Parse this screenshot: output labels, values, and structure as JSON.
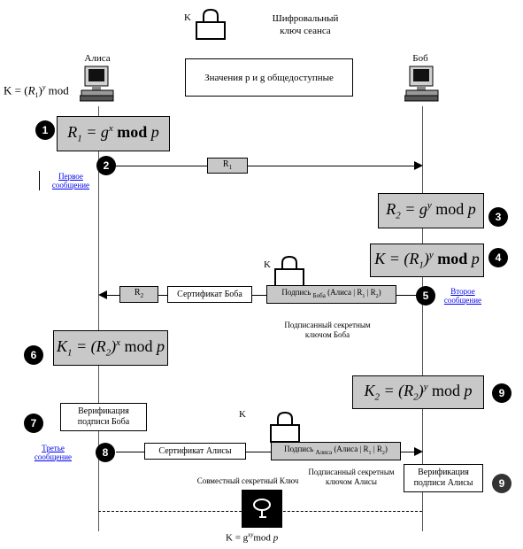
{
  "header": {
    "key_label": "K",
    "session_key_line1": "Шифровальный",
    "session_key_line2": "ключ сеанса"
  },
  "participants": {
    "alice": "Алиса",
    "bob": "Боб"
  },
  "public_values": "Значения p и g общедоступные",
  "alice_key_formula": "K = (R1)y mod",
  "steps": {
    "s1_formula": "R1 = gx mod p",
    "s2_message": "R1",
    "s3_formula": "R2 = gy mod p",
    "s4_formula": "K = (R1)y mod p",
    "s5_r2": "R2",
    "s5_cert": "Сертификат Боба",
    "s5_key_label": "K",
    "s5_signature": "Подпись Боба (Алиса | R1 | R2)",
    "s5_signed_note_line1": "Подписанный секретным",
    "s5_signed_note_line2": "ключом Боба",
    "s6_formula": "K1 = (R2)x mod p",
    "s7_verify_line1": "Верификация",
    "s7_verify_line2": "подписи Боба",
    "s8_key_label": "K",
    "s8_cert": "Сертификат Алисы",
    "s8_signature": "Подпись Алиса (Алиса | R1 | R2)",
    "s8_signed_note_line1": "Подписанный секретным",
    "s8_signed_note_line2": "ключом Алисы",
    "s9_formula": "K2 = (R2)y mod p",
    "s9_verify_line1": "Верификация",
    "s9_verify_line2": "подписи Алисы"
  },
  "badges": [
    "1",
    "2",
    "3",
    "4",
    "5",
    "6",
    "7",
    "8",
    "9",
    "9"
  ],
  "links": {
    "first_line1": "Первое",
    "first_line2": "сообщение",
    "second_line1": "Второе",
    "second_line2": "сообщение",
    "third_line1": "Третье",
    "third_line2": "сообщение"
  },
  "joint_key": "Совместный секретный Ключ",
  "final_formula": "K = gxy mod p"
}
